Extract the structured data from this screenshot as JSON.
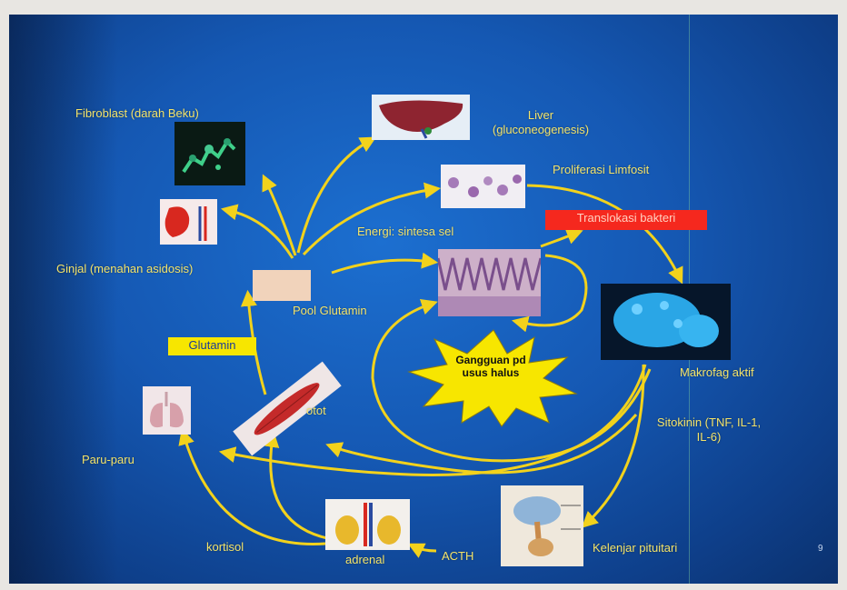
{
  "labels": {
    "fibroblast": "Fibroblast (darah Beku)",
    "liver_line1": "Liver",
    "liver_line2": "(gluconeogenesis)",
    "proliferasi": "Proliferasi Limfosit",
    "energi": "Energi: sintesa sel",
    "translokasi": "Translokasi bakteri",
    "ginjal": "Ginjal (menahan asidosis)",
    "pool": "Pool Glutamin",
    "glutamin": "Glutamin",
    "makrofag": "Makrofag aktif",
    "gangguan_line1": "Gangguan pd",
    "gangguan_line2": "usus halus",
    "otot": "otot",
    "sitokinin_line1": "Sitokinin (TNF, IL-1,",
    "sitokinin_line2": "IL-6)",
    "paru": "Paru-paru",
    "kortisol": "kortisol",
    "adrenal": "adrenal",
    "acth": "ACTH",
    "kelenjar": "Kelenjar pituitari"
  },
  "page_number": "9",
  "colors": {
    "label_text": "#f3e36a",
    "arrow": "#f2d21c",
    "glutamin_box": "#f7e600",
    "translokasi_box": "#f5281e",
    "burst": "#f7e600"
  },
  "icons": {
    "fibroblast": "fibroblast-micrograph-icon",
    "liver": "liver-icon",
    "lymphocytes": "lymphocyte-cells-icon",
    "kidney": "kidney-icon",
    "intestine": "intestinal-tissue-icon",
    "macrophage": "macrophage-icon",
    "lungs": "lungs-icon",
    "muscle": "muscle-fiber-icon",
    "adrenal": "adrenal-gland-icon",
    "pituitary": "pituitary-gland-icon"
  }
}
